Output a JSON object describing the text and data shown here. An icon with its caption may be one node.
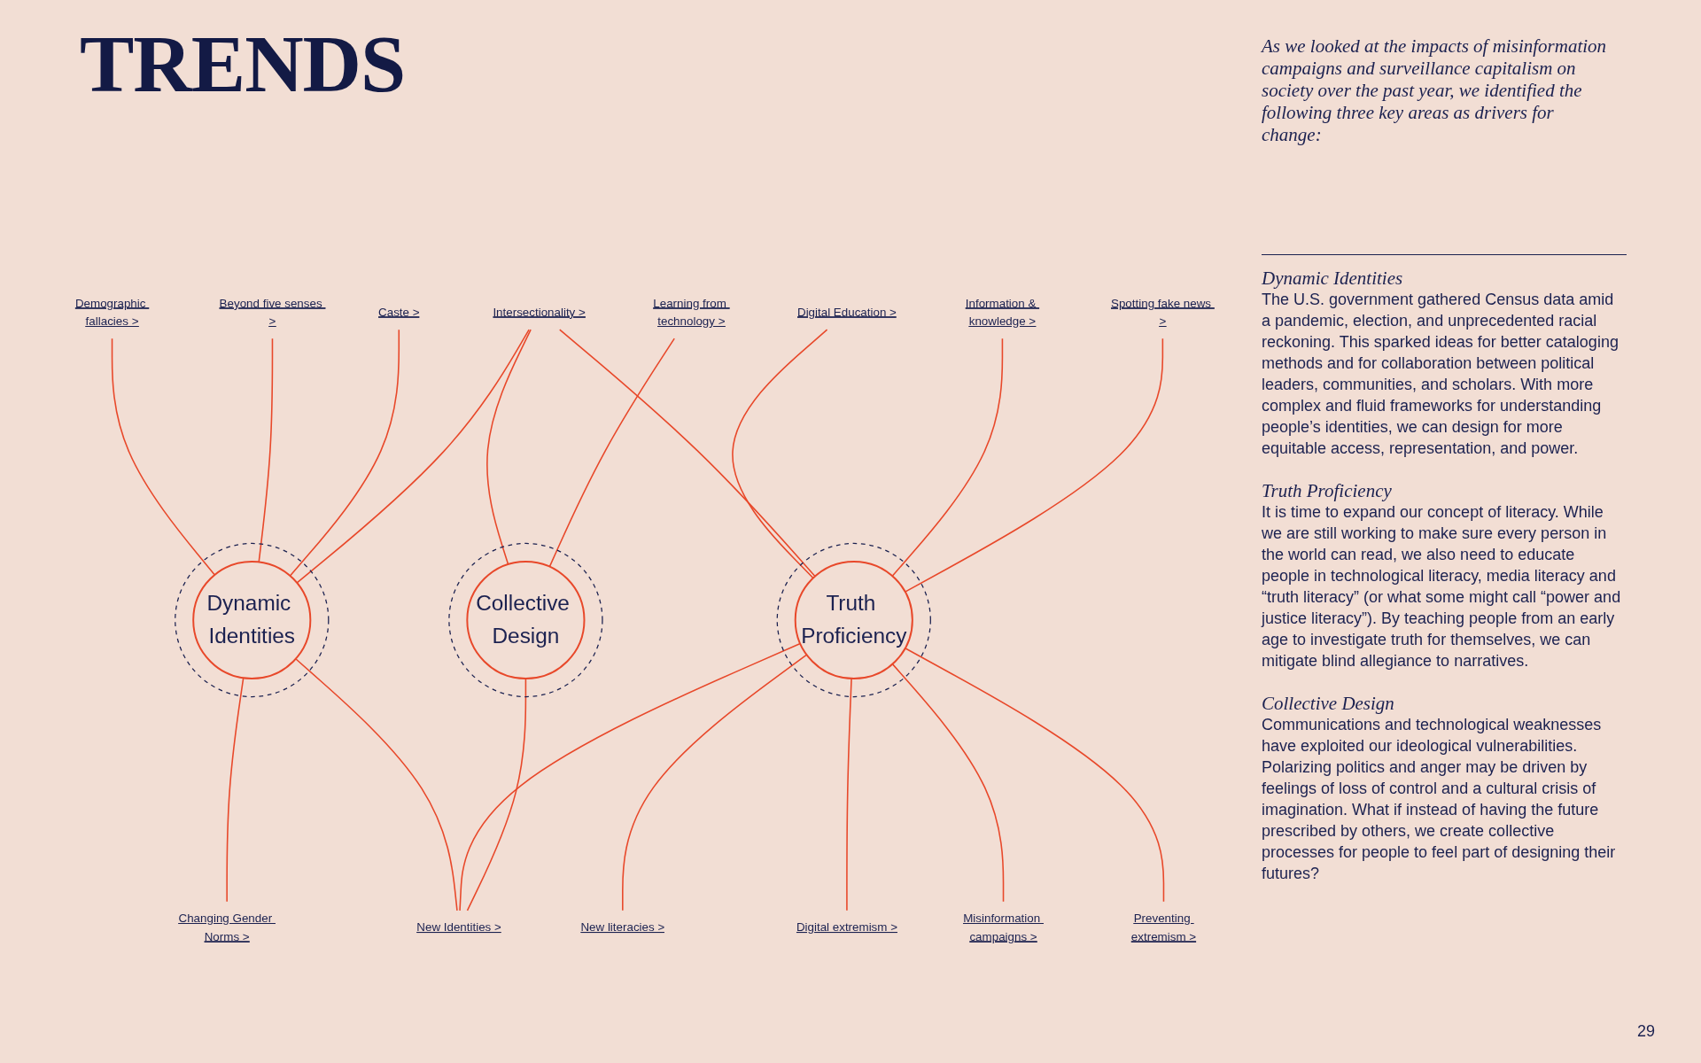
{
  "diagram": {
    "title": "TRENDS",
    "nodes": [
      {
        "text": [
          "Demographic fallacies >"
        ]
      },
      {
        "text": [
          "Beyond five senses >"
        ]
      },
      {
        "text": [
          "Caste >"
        ]
      },
      {
        "text": [
          "Digital Education >"
        ]
      },
      {
        "text": [
          "Intersectionality >"
        ]
      },
      {
        "text": [
          "Information & knowledge >"
        ]
      },
      {
        "text": [
          "Spotting fake news >"
        ]
      },
      {
        "text": [
          "Learning from technology >"
        ]
      },
      {
        "text": [
          "Dynamic Identities"
        ]
      },
      {
        "text": [
          "Truth Proficiency"
        ]
      },
      {
        "text": [
          "Collective Design"
        ]
      },
      {
        "text": [
          "Changing Gender Norms >"
        ]
      },
      {
        "text": [
          "New literacies >"
        ]
      },
      {
        "text": [
          "Digital extremism >"
        ]
      },
      {
        "text": [
          "New Identities >"
        ]
      },
      {
        "text": [
          "Misinformation campaigns >"
        ]
      },
      {
        "text": [
          "Preventing extremism >"
        ]
      }
    ],
    "edges": [
      {
        "from": 0,
        "to": 8,
        "arrow": "none"
      },
      {
        "from": 1,
        "to": 8,
        "arrow": "none"
      },
      {
        "from": 2,
        "to": 8,
        "arrow": "none"
      },
      {
        "from": 3,
        "to": 9,
        "arrow": "none"
      },
      {
        "from": 4,
        "to": 8,
        "arrow": "none"
      },
      {
        "from": 4,
        "to": 9,
        "arrow": "none"
      },
      {
        "from": 4,
        "to": 10,
        "arrow": "none"
      },
      {
        "from": 5,
        "to": 9,
        "arrow": "none"
      },
      {
        "from": 6,
        "to": 9,
        "arrow": "none"
      },
      {
        "from": 7,
        "to": 10,
        "arrow": "none"
      },
      {
        "from": 8,
        "to": 11,
        "arrow": "none"
      },
      {
        "from": 9,
        "to": 12,
        "arrow": "none"
      },
      {
        "from": 9,
        "to": 13,
        "arrow": "none"
      },
      {
        "from": 8,
        "to": 14,
        "arrow": "none"
      },
      {
        "from": 9,
        "to": 14,
        "arrow": "none"
      },
      {
        "from": 10,
        "to": 14,
        "arrow": "none"
      },
      {
        "from": 9,
        "to": 15,
        "arrow": "none"
      },
      {
        "from": 9,
        "to": 16,
        "arrow": "none"
      }
    ],
    "labels": [
      "As we looked at the impacts of misinformation campaigns and surveillance capitalism on society over the past year, we identified the following three key areas as drivers for change:",
      "Dynamic Identities",
      "The U.S. government gathered Census data amid a pandemic, election, and unprecedented racial reckoning. This sparked ideas for better cataloging methods and for collaboration between political leaders, communities, and scholars. With more complex and fluid frameworks for understanding people’s identities, we can design for more equitable access, representation, and power.",
      "Truth Proficiency",
      "It is time to expand our concept of literacy. While we are still working to make sure every person in the world can read, we also need to educate people in technological literacy, media literacy and “truth literacy” (or what some might call “power and justice literacy”). By teaching people from an early age to investigate truth for themselves, we can mitigate blind allegiance to narratives.",
      "Collective Design",
      "Communications and technological weaknesses have exploited our ideological vulnerabilities. Polarizing politics and anger may be driven by feelings of loss of control and a cultural crisis of imagination. What if instead of having the future prescribed by others, we create collective processes for people to feel part of designing their futures?",
      "29"
    ]
  }
}
